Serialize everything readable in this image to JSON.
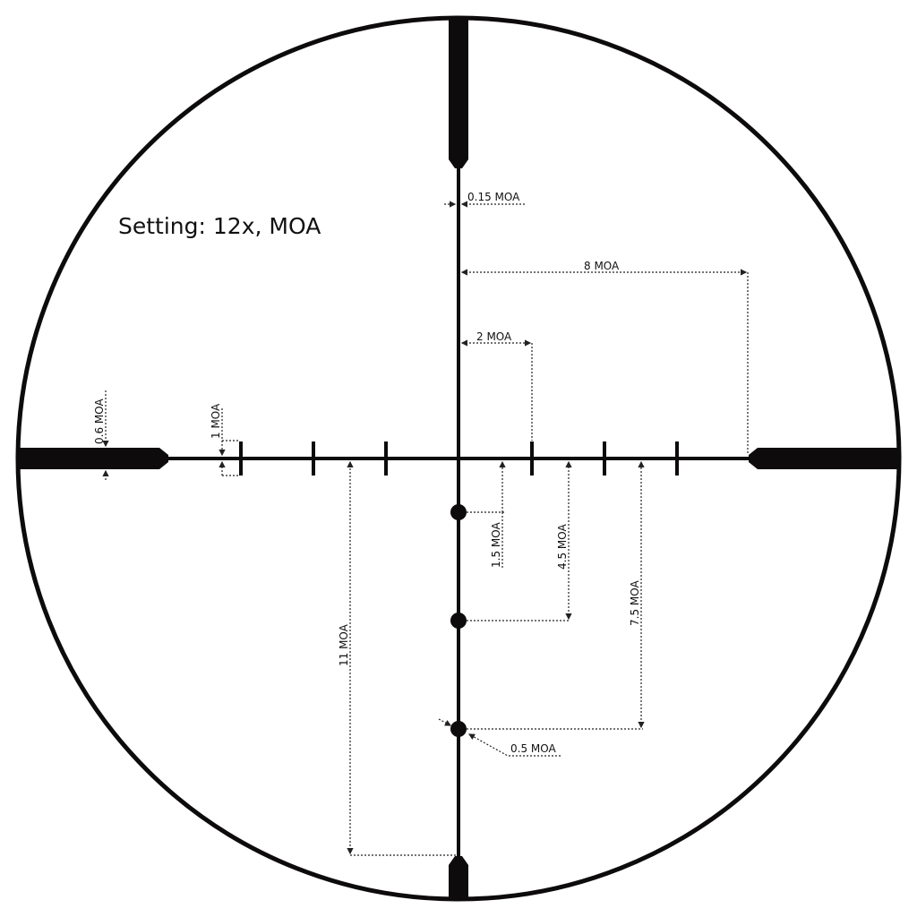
{
  "title": "Setting: 12x, MOA",
  "colors": {
    "reticle": "#0d0b0b",
    "dim_line": "#222222",
    "background": "#ffffff"
  },
  "labels": {
    "line_width": "0.15 MOA",
    "outer_span": "8 MOA",
    "hash_span": "2 MOA",
    "post_thickness": "0.6 MOA",
    "hash_height": "1 MOA",
    "dot1_offset": "1.5 MOA",
    "dot2_offset": "4.5 MOA",
    "dot3_offset": "7.5 MOA",
    "post_gap": "11 MOA",
    "dot_size": "0.5 MOA"
  }
}
